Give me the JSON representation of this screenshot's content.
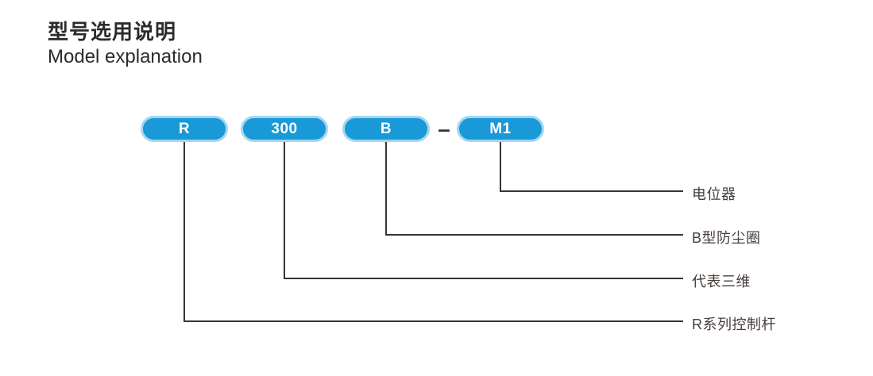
{
  "header": {
    "title_zh": "型号选用说明",
    "title_en": "Model explanation"
  },
  "model": {
    "separator": "–",
    "parts": [
      {
        "code": "R",
        "meaning": "R系列控制杆"
      },
      {
        "code": "300",
        "meaning": "代表三维"
      },
      {
        "code": "B",
        "meaning": "B型防尘圈"
      },
      {
        "code": "M1",
        "meaning": "电位器"
      }
    ]
  },
  "colors": {
    "pill_fill": "#1999d8",
    "pill_ring": "#a3d6f1",
    "pill_text": "#ffffff",
    "line": "#3b3331",
    "label_text": "#463d3a",
    "title_text": "#2e2a28",
    "background": "#ffffff"
  }
}
